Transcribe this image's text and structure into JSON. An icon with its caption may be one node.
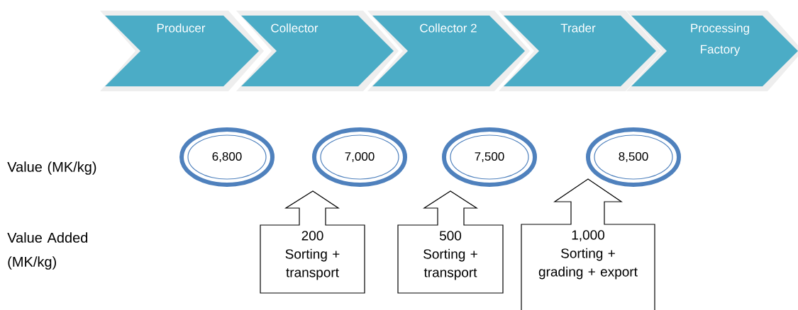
{
  "diagram": {
    "nodes": [
      {
        "text": [
          "Producer"
        ]
      },
      {
        "text": [
          "Collector"
        ]
      },
      {
        "text": [
          "Collector 2"
        ]
      },
      {
        "text": [
          "Trader"
        ]
      },
      {
        "text": [
          "Processing Factory"
        ]
      },
      {
        "text": [
          "6,800"
        ]
      },
      {
        "text": [
          "7,000"
        ]
      },
      {
        "text": [
          "7,500"
        ]
      },
      {
        "text": [
          "8,500"
        ]
      },
      {
        "text": [
          "200",
          "Sorting + transport"
        ]
      },
      {
        "text": [
          "500",
          "Sorting + transport"
        ]
      },
      {
        "text": [
          "1,000",
          "Sorting + grading + export"
        ]
      }
    ],
    "labels": [
      "Value (MK/kg)",
      "Value Added (MK/kg)"
    ]
  }
}
